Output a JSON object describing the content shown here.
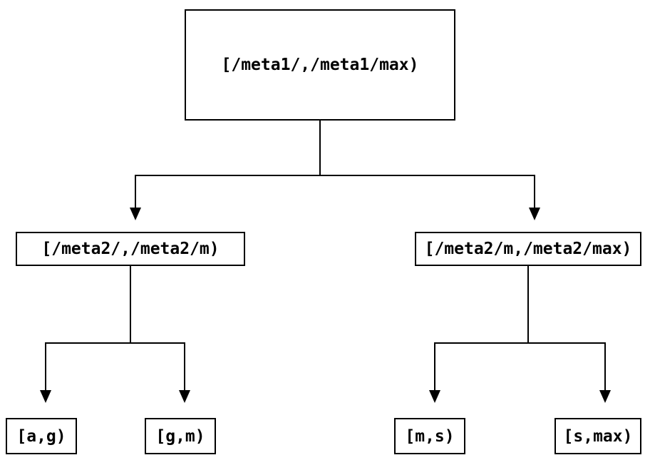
{
  "diagram": {
    "type": "tree",
    "description": "Binary partition tree of key ranges",
    "root": {
      "label": "[/meta1/,/meta1/max)"
    },
    "level2": [
      {
        "label": "[/meta2/,/meta2/m)",
        "parent": "root"
      },
      {
        "label": "[/meta2/m,/meta2/max)",
        "parent": "root"
      }
    ],
    "leaves": [
      {
        "label": "[a,g)",
        "parent": "level2.0"
      },
      {
        "label": "[g,m)",
        "parent": "level2.0"
      },
      {
        "label": "[m,s)",
        "parent": "level2.1"
      },
      {
        "label": "[s,max)",
        "parent": "level2.1"
      }
    ],
    "edges": [
      {
        "from": "root",
        "to": "level2.0"
      },
      {
        "from": "root",
        "to": "level2.1"
      },
      {
        "from": "level2.0",
        "to": "leaves.0"
      },
      {
        "from": "level2.0",
        "to": "leaves.1"
      },
      {
        "from": "level2.1",
        "to": "leaves.2"
      },
      {
        "from": "level2.1",
        "to": "leaves.3"
      }
    ],
    "colors": {
      "background": "#ffffff",
      "line": "#000000",
      "box_border": "#000000",
      "box_fill": "#ffffff",
      "text": "#000000"
    }
  }
}
